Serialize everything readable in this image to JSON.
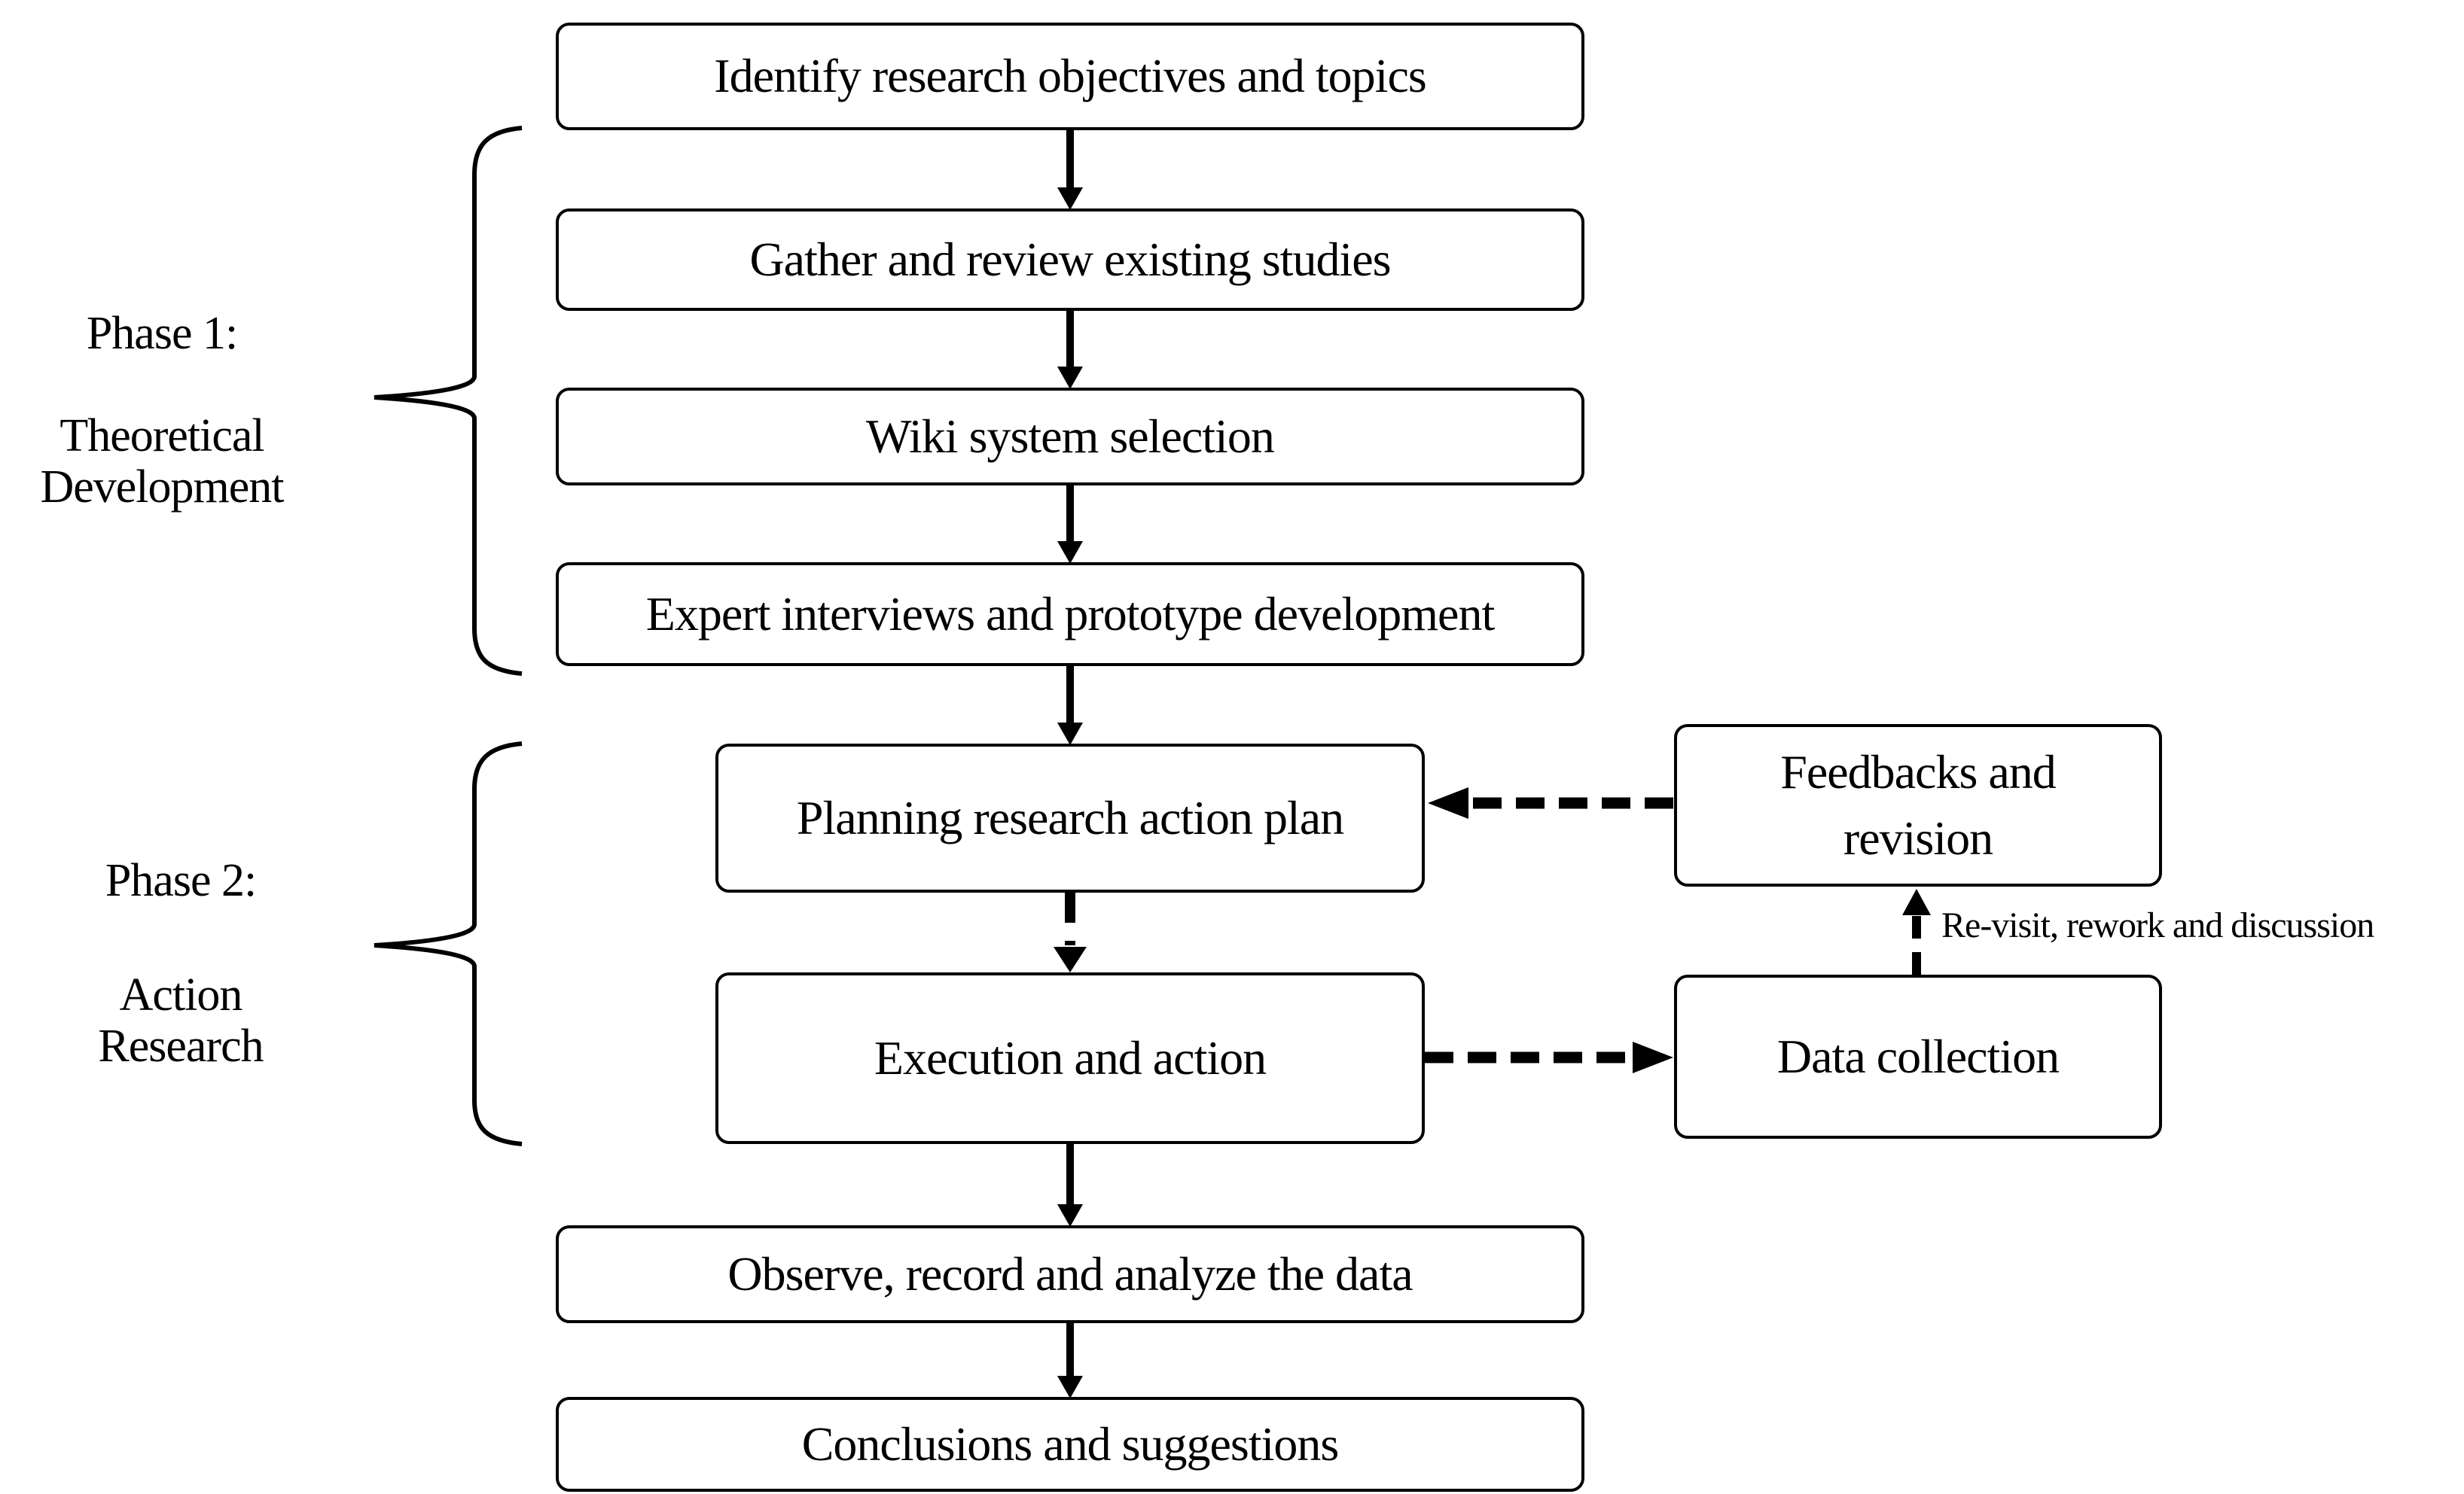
{
  "diagram": {
    "colors": {
      "background": "#ffffff",
      "line": "#000000",
      "box_fill": "#ffffff"
    },
    "phases": {
      "phase1": {
        "title": "Phase 1:",
        "subtitle_line1": "Theoretical",
        "subtitle_line2": "Development"
      },
      "phase2": {
        "title": "Phase 2:",
        "subtitle_line1": "Action",
        "subtitle_line2": "Research"
      }
    },
    "nodes": {
      "identify": {
        "label": "Identify research objectives and topics"
      },
      "gather": {
        "label": "Gather and review existing studies"
      },
      "wiki": {
        "label": "Wiki system selection"
      },
      "expert": {
        "label": "Expert interviews and prototype development"
      },
      "planning": {
        "label": "Planning research action plan"
      },
      "execution": {
        "label": "Execution and action"
      },
      "observe": {
        "label": "Observe, record and analyze the data"
      },
      "conclusions": {
        "label": "Conclusions and suggestions"
      },
      "feedbacks": {
        "line1": "Feedbacks and",
        "line2": "revision"
      },
      "data_collection": {
        "label": "Data collection"
      }
    },
    "annotations": {
      "revisit": "Re-visit, rework and discussion"
    },
    "edges": [
      {
        "from": "identify",
        "to": "gather",
        "style": "solid"
      },
      {
        "from": "gather",
        "to": "wiki",
        "style": "solid"
      },
      {
        "from": "wiki",
        "to": "expert",
        "style": "solid"
      },
      {
        "from": "expert",
        "to": "planning",
        "style": "solid"
      },
      {
        "from": "planning",
        "to": "execution",
        "style": "dashed"
      },
      {
        "from": "execution",
        "to": "observe",
        "style": "solid"
      },
      {
        "from": "observe",
        "to": "conclusions",
        "style": "solid"
      },
      {
        "from": "feedbacks",
        "to": "planning",
        "style": "dashed"
      },
      {
        "from": "execution",
        "to": "data_collection",
        "style": "dashed"
      },
      {
        "from": "data_collection",
        "to": "feedbacks",
        "style": "dashed",
        "label": "Re-visit, rework and discussion"
      }
    ]
  }
}
